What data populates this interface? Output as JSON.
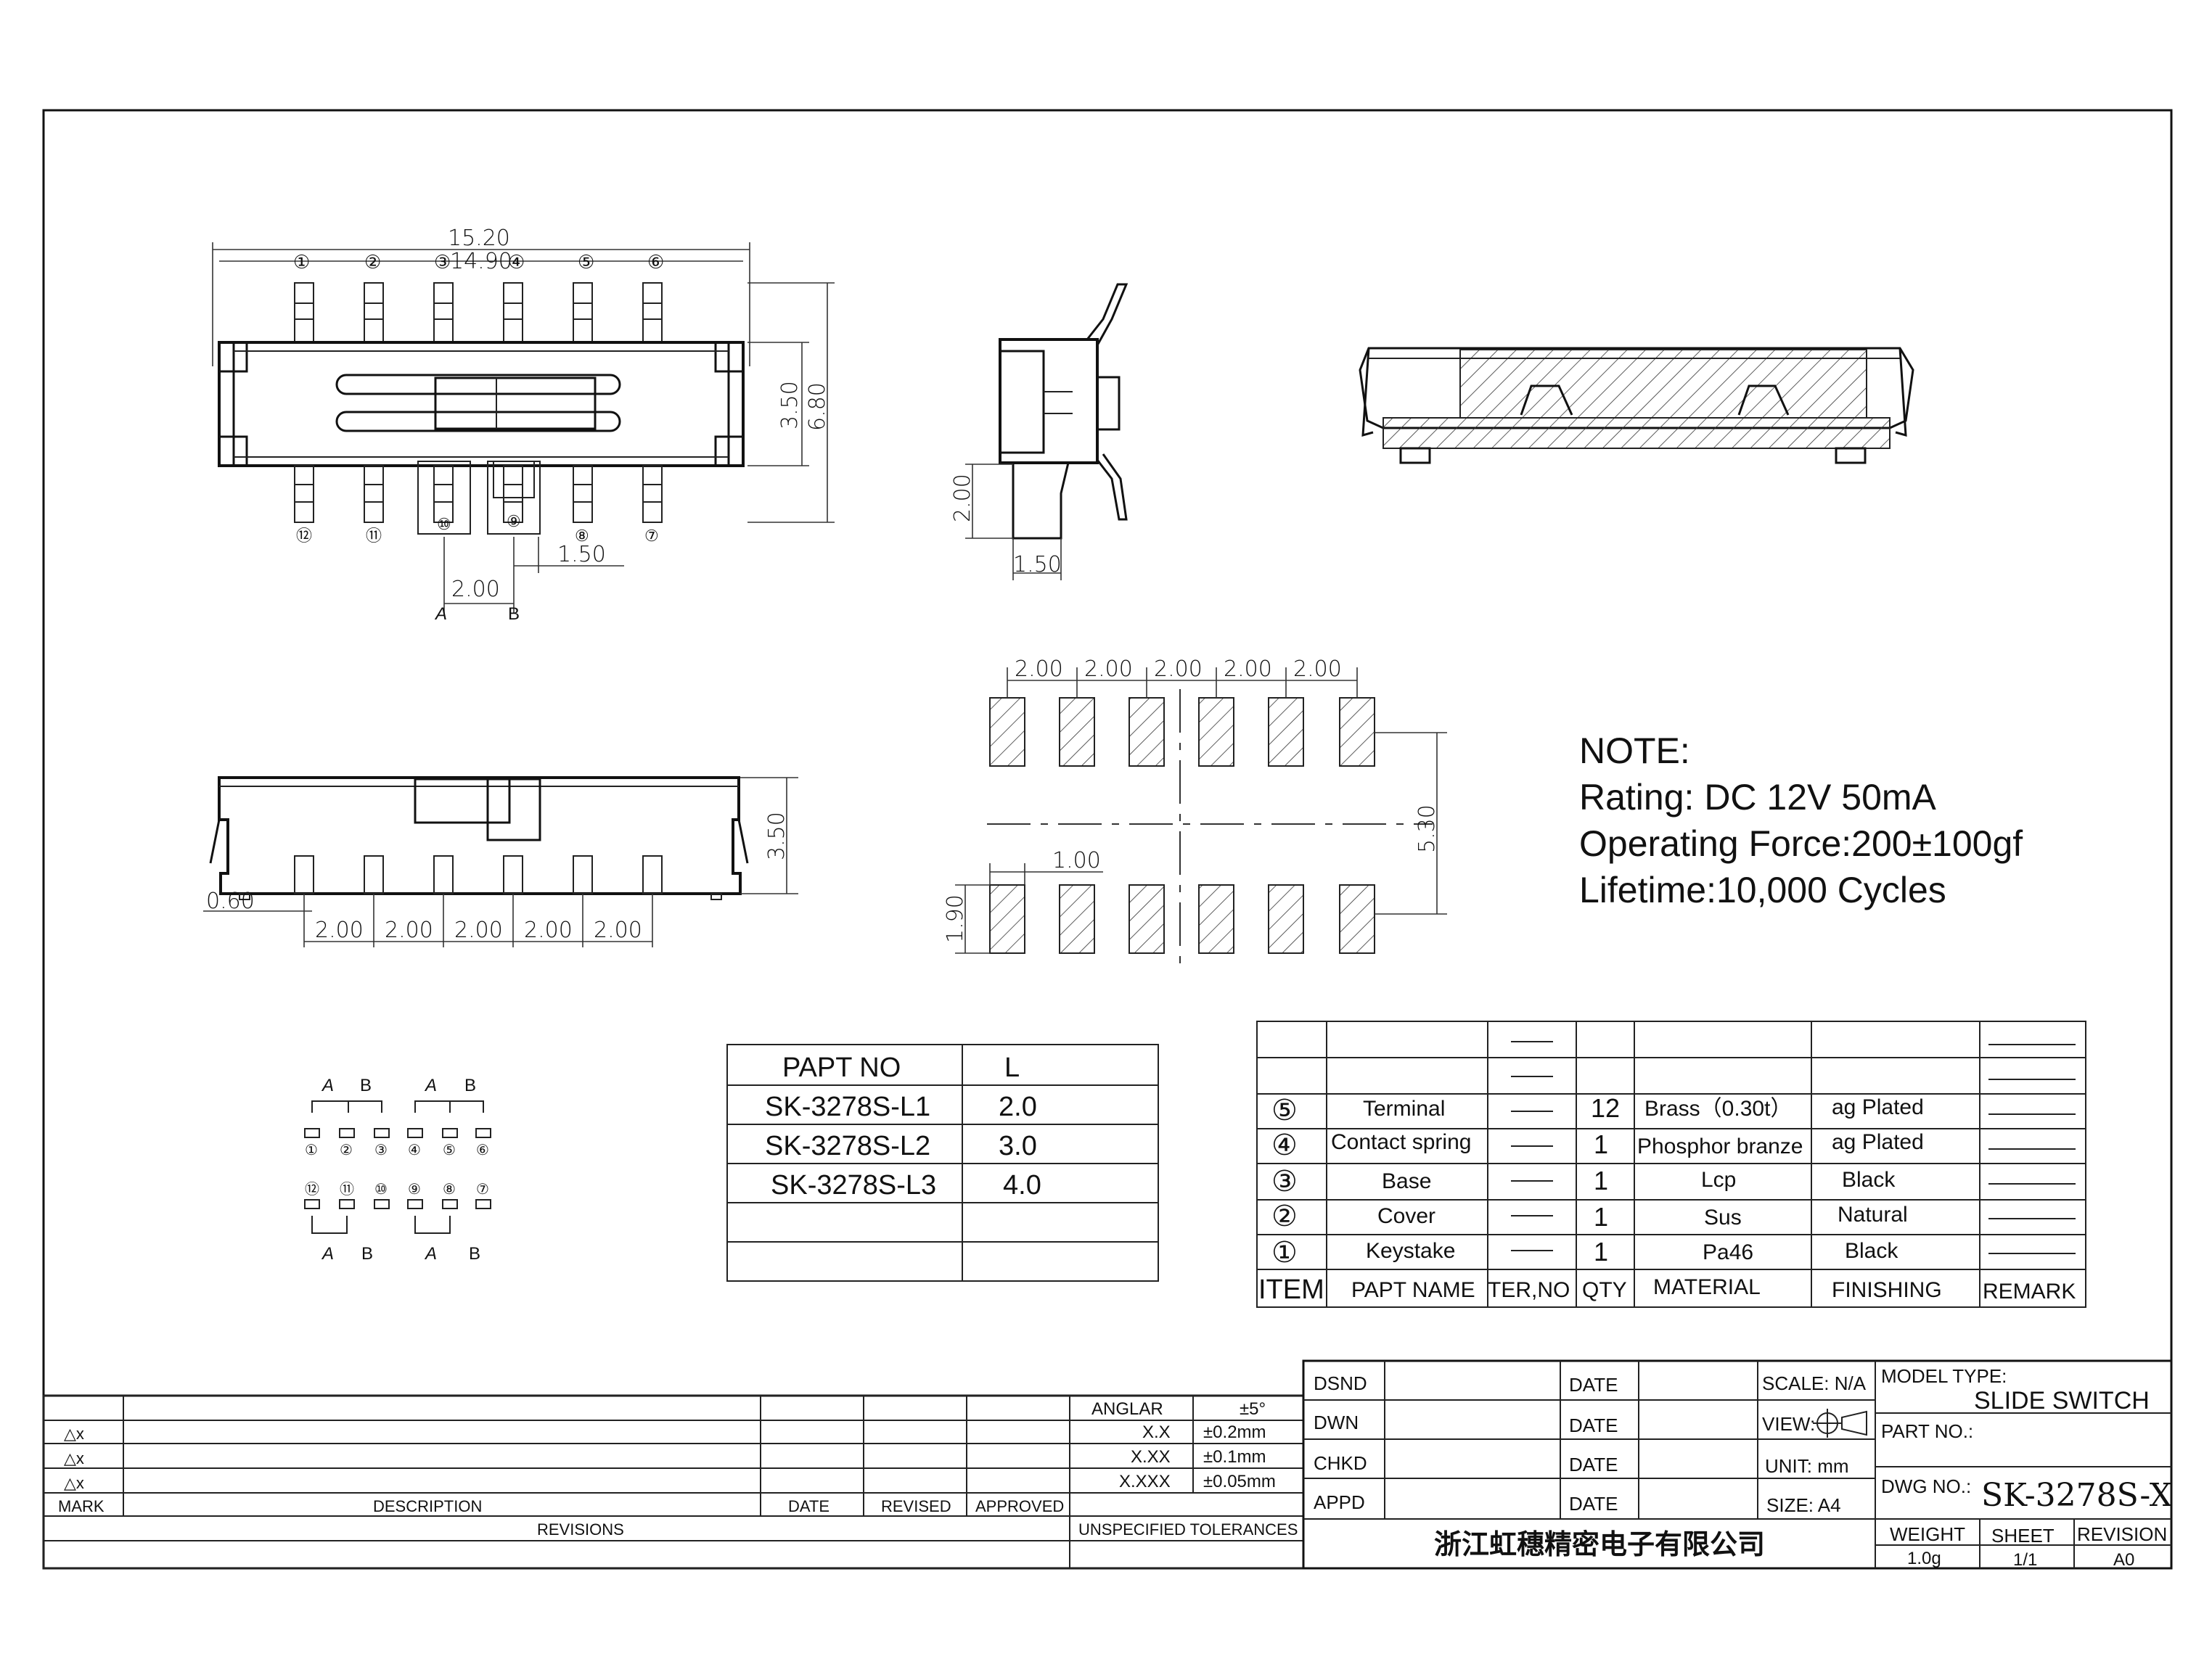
{
  "dimensions": {
    "overall_length": "15.20",
    "body_length": "14.90",
    "body_height": "3.50",
    "pin_span": "6.80",
    "knob_offset": "2.00",
    "knob_width": "1.50",
    "switch_a": "A",
    "switch_b": "B",
    "side_tail": "2.00",
    "side_knob": "1.50",
    "front_height": "3.50",
    "front_offset": "0.60",
    "pitch": [
      "2.00",
      "2.00",
      "2.00",
      "2.00",
      "2.00"
    ],
    "pad_pitch": [
      "2.00",
      "2.00",
      "2.00",
      "2.00",
      "2.00"
    ],
    "pad_row_span": "5.30",
    "pad_width": "1.00",
    "pad_length": "1.90"
  },
  "pin_labels_top": [
    "①",
    "②",
    "③",
    "④",
    "⑤",
    "⑥"
  ],
  "pin_labels_bottom": [
    "⑫",
    "⑪",
    "⑩",
    "⑨",
    "⑧",
    "⑦"
  ],
  "circuit": {
    "top_letters": [
      "A",
      "B",
      "A",
      "B"
    ],
    "top_pins": [
      "①",
      "②",
      "③",
      "④",
      "⑤",
      "⑥"
    ],
    "bottom_pins": [
      "⑫",
      "⑪",
      "⑩",
      "⑨",
      "⑧",
      "⑦"
    ],
    "bottom_letters": [
      "A",
      "B",
      "A",
      "B"
    ]
  },
  "note": {
    "title": "NOTE:",
    "lines": [
      "Rating: DC 12V  50mA",
      "Operating Force:200±100gf",
      "Lifetime:10,000 Cycles"
    ]
  },
  "part_table": {
    "headers": [
      "PAPT NO",
      "L"
    ],
    "rows": [
      [
        "SK-3278S-L1",
        "2.0"
      ],
      [
        "SK-3278S-L2",
        "3.0"
      ],
      [
        "SK-3278S-L3",
        "4.0"
      ]
    ]
  },
  "bom": {
    "headers": [
      "ITEM",
      "PAPT NAME",
      "TER,NO",
      "QTY",
      "MATERIAL",
      "FINISHING",
      "REMARK"
    ],
    "rows": [
      {
        "item": "⑤",
        "name": "Terminal",
        "qty": "12",
        "material": "Brass（0.30t）",
        "finishing": "ag Plated"
      },
      {
        "item": "④",
        "name": "Contact spring",
        "qty": "1",
        "material": "Phosphor branze",
        "finishing": "ag Plated"
      },
      {
        "item": "③",
        "name": "Base",
        "qty": "1",
        "material": "Lcp",
        "finishing": "Black"
      },
      {
        "item": "②",
        "name": "Cover",
        "qty": "1",
        "material": "Sus",
        "finishing": "Natural"
      },
      {
        "item": "①",
        "name": "Keystake",
        "qty": "1",
        "material": "Pa46",
        "finishing": "Black"
      }
    ]
  },
  "revisions": {
    "mark_symbols": [
      "△x",
      "△x",
      "△x"
    ],
    "headers": [
      "MARK",
      "DESCRIPTION",
      "DATE",
      "REVISED",
      "APPROVED"
    ],
    "footer": "REVISIONS"
  },
  "tolerances": {
    "rows": [
      [
        "ANGLAR",
        "±5°"
      ],
      [
        "X.X",
        "±0.2mm"
      ],
      [
        "X.XX",
        "±0.1mm"
      ],
      [
        "X.XXX",
        "±0.05mm"
      ]
    ],
    "footer": "UNSPECIFIED TOLERANCES"
  },
  "title_block": {
    "roles": [
      "DSND",
      "DWN",
      "CHKD",
      "APPD"
    ],
    "date_label": "DATE",
    "scale": "SCALE: N/A",
    "view": "VIEW:",
    "unit": "UNIT: mm",
    "size": "SIZE: A4",
    "model_type_label": "MODEL TYPE:",
    "model_type": "SLIDE SWITCH",
    "part_no_label": "PART NO.:",
    "dwg_no_label": "DWG NO.:",
    "dwg_no": "SK-3278S-X",
    "company": "浙江虹穗精密电子有限公司",
    "weight_label": "WEIGHT",
    "weight": "1.0g",
    "sheet_label": "SHEET",
    "sheet": "1/1",
    "revision_label": "REVISION",
    "revision": "A0"
  }
}
